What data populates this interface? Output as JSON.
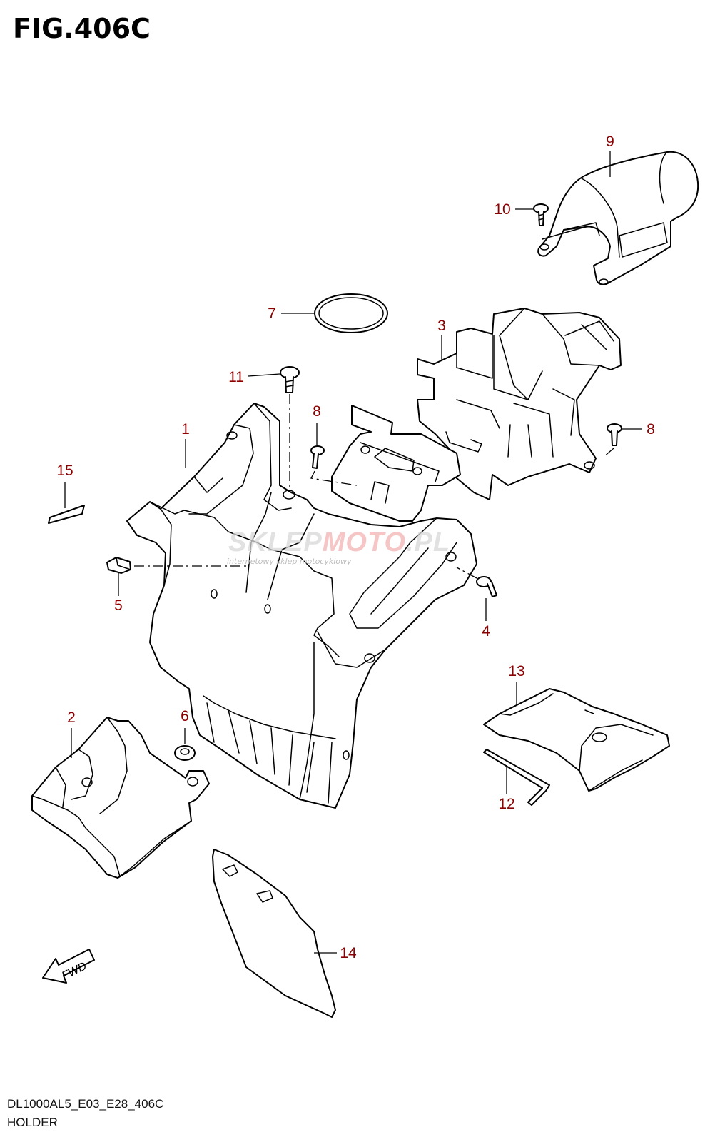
{
  "figure": {
    "title": "FIG.406C",
    "code": "DL1000AL5_E03_E28_406C",
    "name": "HOLDER"
  },
  "callouts": [
    "1",
    "2",
    "3",
    "4",
    "5",
    "6",
    "7",
    "8",
    "8",
    "9",
    "10",
    "11",
    "12",
    "13",
    "14",
    "15"
  ],
  "fwd_label": "FWD",
  "watermark": {
    "brand_gray": "SKLEP",
    "brand_red": "MOTO",
    "brand_suffix": ".PL",
    "tagline": "internetowy sklep motocyklowy"
  },
  "colors": {
    "callout": "#8b0000",
    "line": "#000000",
    "watermark": "#d8d8d8"
  }
}
